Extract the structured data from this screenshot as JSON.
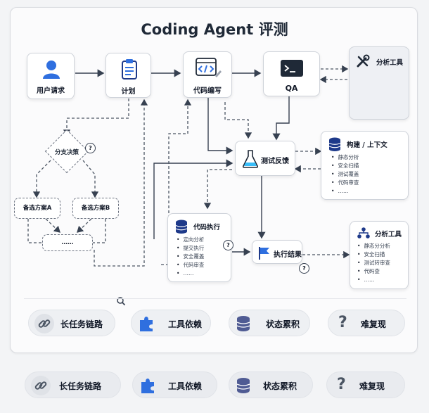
{
  "title": "Coding Agent 评测",
  "nodes": {
    "user_request": "用户请求",
    "plan": "计划",
    "code_write": "代码编写",
    "qa": "QA",
    "test_feedback": "测试反馈",
    "exec_result": "执行结果"
  },
  "branch": {
    "decision": "分支决策",
    "option_a": "备选方案A",
    "option_b": "备选方案B",
    "ellipsis": "……"
  },
  "panels": {
    "analysis_top": {
      "title": "分析工具"
    },
    "build_context": {
      "title": "构建 / 上下文",
      "items": [
        "静态分析",
        "安全扫描",
        "测试覆盖",
        "代码审查",
        "……"
      ]
    },
    "code_exec": {
      "title": "代码执行",
      "items": [
        "定向分析",
        "提交执行",
        "安全覆盖",
        "代码审查",
        "……"
      ]
    },
    "analysis_bottom": {
      "title": "分析工具",
      "items": [
        "静态分分析",
        "安全扫描",
        "测试转审查",
        "代码查",
        "……"
      ]
    }
  },
  "pills_top": [
    {
      "label": "长任务链路",
      "icon": "link-icon"
    },
    {
      "label": "工具依赖",
      "icon": "puzzle-icon"
    },
    {
      "label": "状态累积",
      "icon": "database-icon"
    },
    {
      "label": "难复现",
      "icon": "question-icon"
    }
  ],
  "pills_bottom": [
    {
      "label": "长任务链路",
      "icon": "link-icon"
    },
    {
      "label": "工具依赖",
      "icon": "puzzle-icon"
    },
    {
      "label": "状态累积",
      "icon": "database-icon"
    },
    {
      "label": "难复现",
      "icon": "question-icon"
    }
  ],
  "qmark": "?",
  "colors": {
    "accent_blue": "#2f6fdf",
    "dark_icon": "#1e3a8a",
    "terminal": "#1f2937"
  }
}
